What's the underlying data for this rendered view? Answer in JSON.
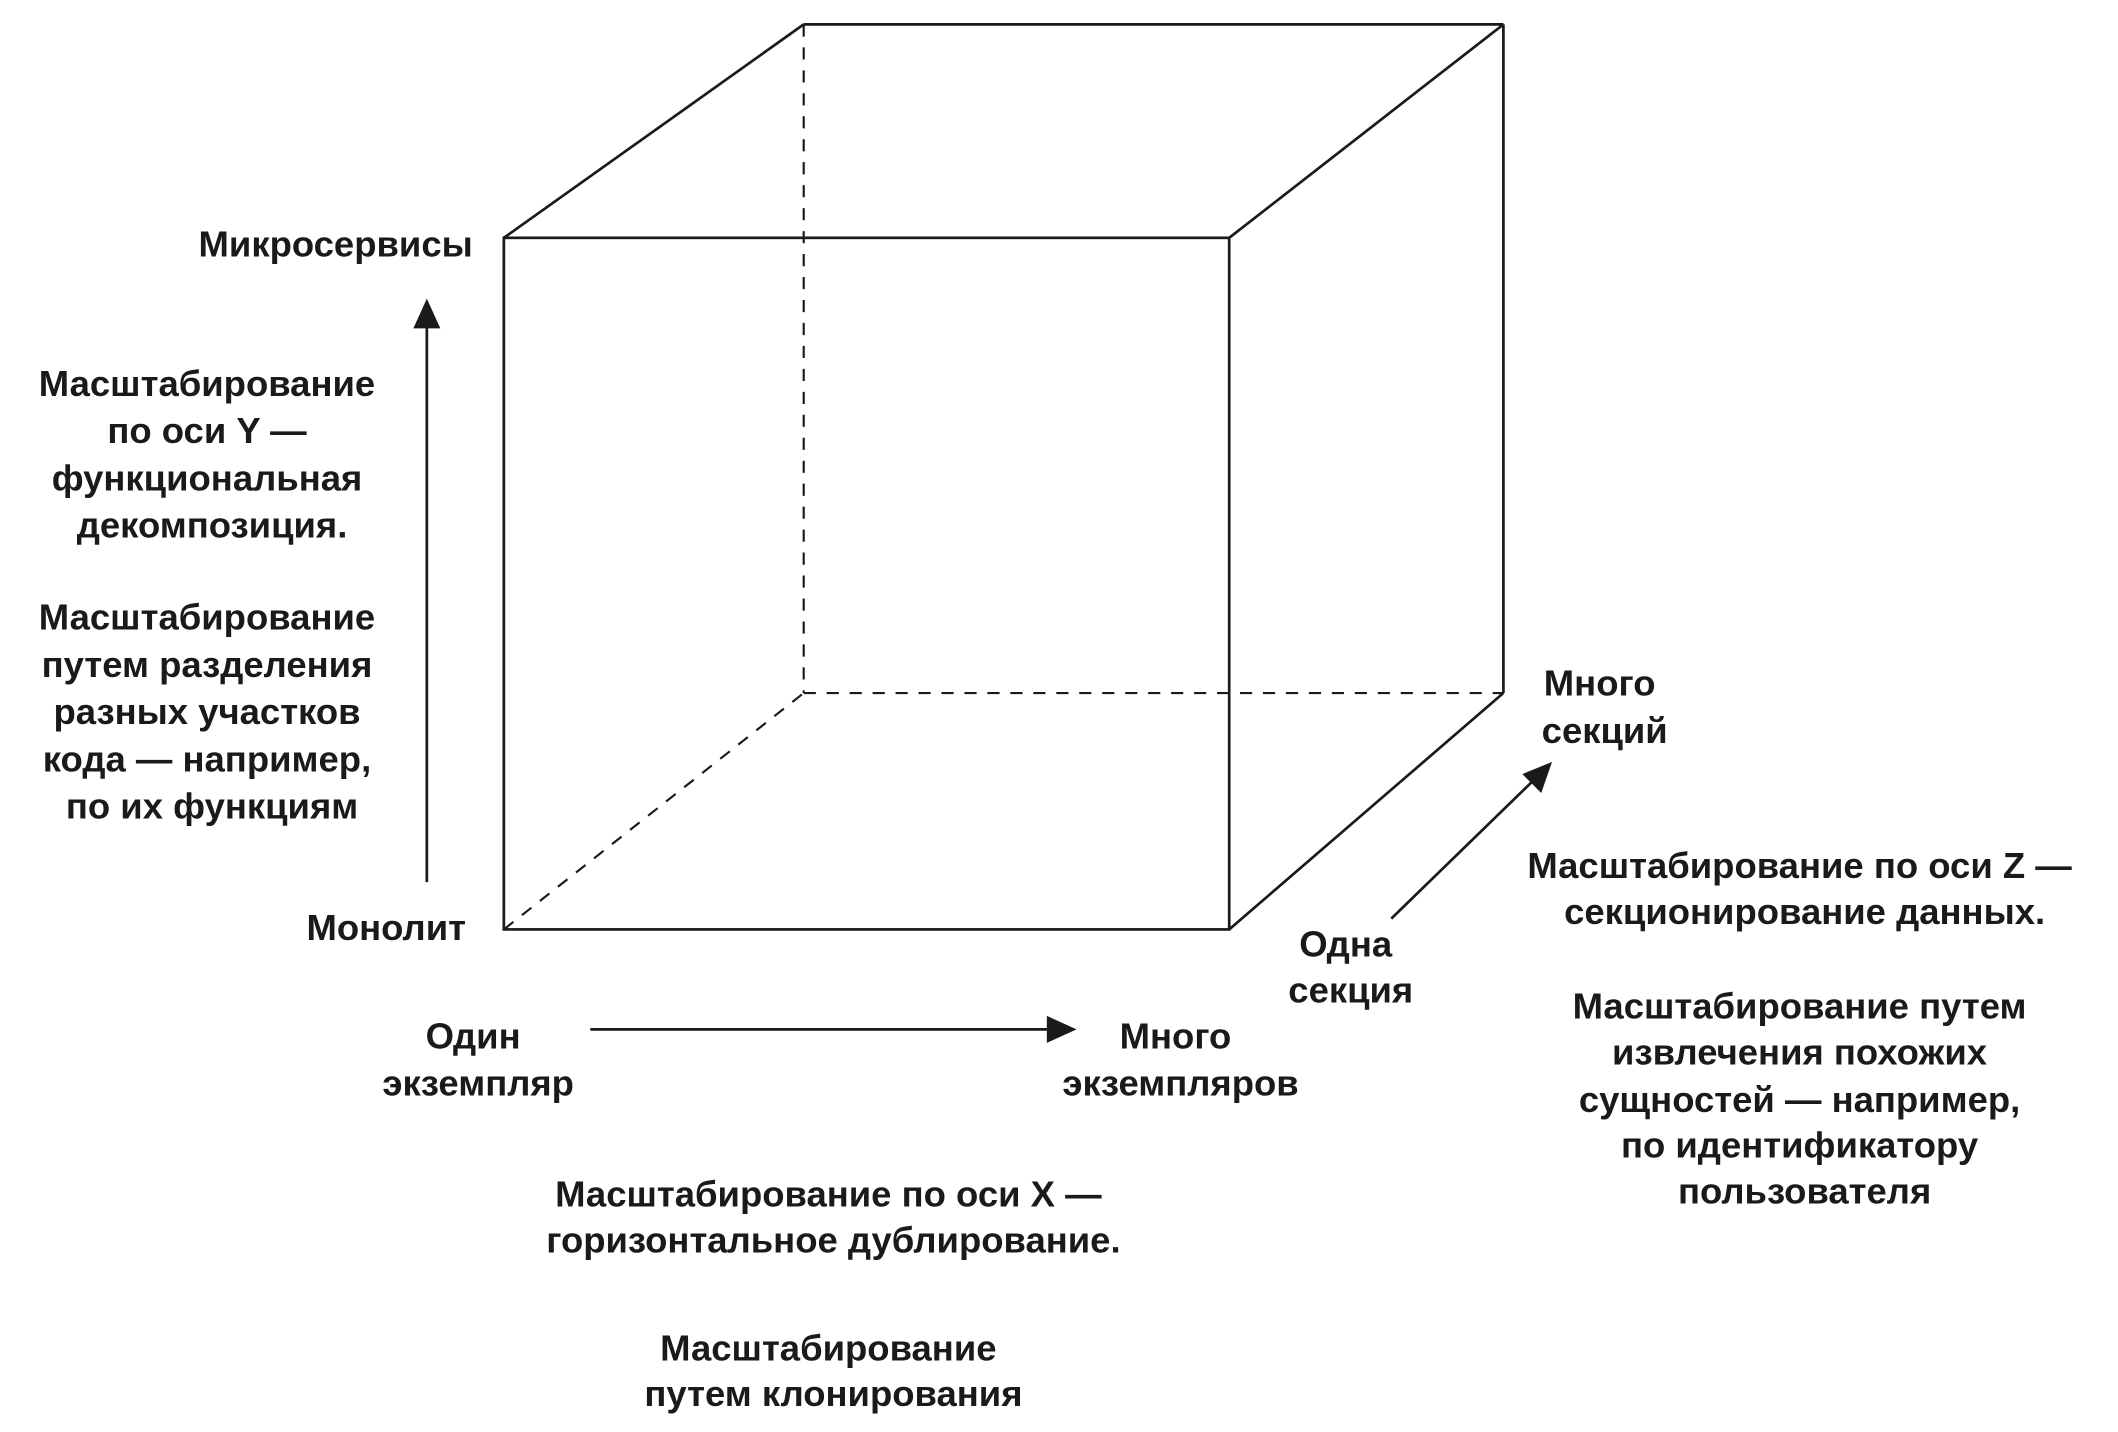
{
  "y_axis": {
    "top_label": "Микросервисы",
    "bottom_label": "Монолит",
    "title_lines": [
      "Масштабирование",
      "по оси Y —",
      "функциональная",
      "декомпозиция."
    ],
    "desc_lines": [
      "Масштабирование",
      "путем разделения",
      "разных участков",
      "кода — например,",
      "по их функциям"
    ]
  },
  "x_axis": {
    "start_label_lines": [
      "Один",
      "экземпляр"
    ],
    "end_label_lines": [
      "Много",
      "экземпляров"
    ],
    "title_lines": [
      "Масштабирование по оси X —",
      "горизонтальное дублирование."
    ],
    "desc_lines": [
      "Масштабирование",
      "путем клонирования"
    ]
  },
  "z_axis": {
    "start_label_lines": [
      "Одна",
      "секция"
    ],
    "end_label_lines": [
      "Много",
      "секций"
    ],
    "title_lines": [
      "Масштабирование по оси Z —",
      "секционирование данных."
    ],
    "desc_lines": [
      "Масштабирование путем",
      "извлечения похожих",
      "сущностей — например,",
      "по идентификатору",
      "пользователя"
    ]
  }
}
